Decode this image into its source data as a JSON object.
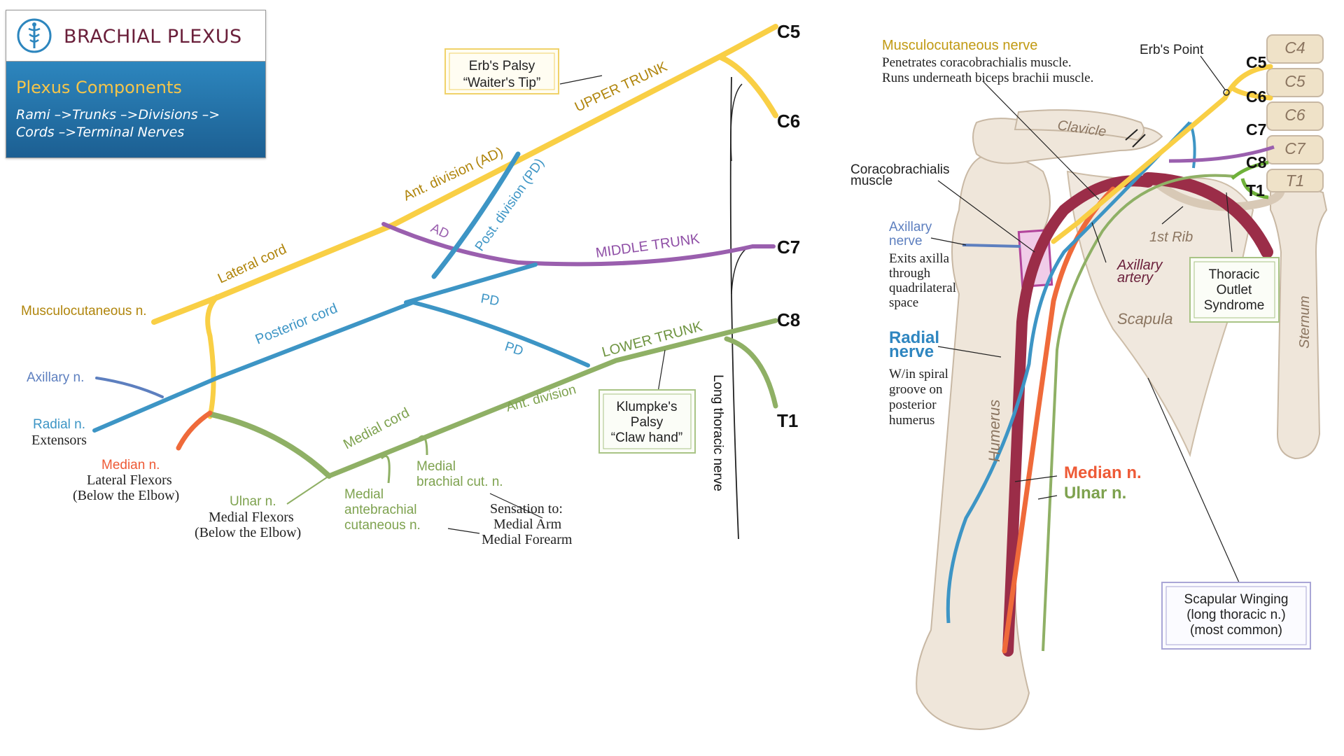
{
  "header": {
    "title": "BRACHIAL PLEXUS",
    "subtitle": "Plexus Components",
    "line1": "Rami –>Trunks –>Divisions –>",
    "line2": "Cords –>Terminal Nerves"
  },
  "colors": {
    "upper": "#f9cf45",
    "upper_text": "#b0850c",
    "posterior": "#3d95c5",
    "middle": "#9a5fae",
    "lower": "#8fb065",
    "median": "#ef6a3a",
    "median_text": "#ee5a36",
    "ulnar_text": "#7ea24f",
    "axillary": "#5d7fbf",
    "artery": "#9b2d48",
    "bone": "#efe6da",
    "bone_stroke": "#c8b8a4"
  },
  "roots": {
    "c5": "C5",
    "c6": "C6",
    "c7": "C7",
    "c8": "C8",
    "t1": "T1"
  },
  "trunks": {
    "upper": "UPPER TRUNK",
    "middle": "MIDDLE TRUNK",
    "lower": "LOWER TRUNK"
  },
  "divisions": {
    "ant_ad": "Ant. division (AD)",
    "post_pd": "Post. division (PD)",
    "ad": "AD",
    "pd1": "PD",
    "pd2": "PD",
    "ant": "Ant. division"
  },
  "cords": {
    "lateral": "Lateral cord",
    "posterior": "Posterior cord",
    "medial": "Medial cord"
  },
  "long_thoracic": "Long thoracic nerve",
  "terminal": {
    "musculocutaneous": "Musculocutaneous n.",
    "axillary": "Axillary n.",
    "radial": "Radial n.",
    "radial_desc": "Extensors",
    "median": "Median n.",
    "median_desc1": "Lateral Flexors",
    "median_desc2": "(Below the Elbow)",
    "ulnar": "Ulnar n.",
    "ulnar_desc1": "Medial Flexors",
    "ulnar_desc2": "(Below the Elbow)",
    "mabc1": "Medial",
    "mabc2": "antebrachial",
    "mabc3": "cutaneous n.",
    "mbc1": "Medial",
    "mbc2": "brachial cut. n.",
    "sens1": "Sensation to:",
    "sens2": "Medial Arm",
    "sens3": "Medial Forearm"
  },
  "boxes": {
    "erb1": "Erb's Palsy",
    "erb2": "“Waiter's Tip”",
    "klump1": "Klumpke's",
    "klump2": "Palsy",
    "klump3": "“Claw hand”",
    "tos1": "Thoracic",
    "tos2": "Outlet",
    "tos3": "Syndrome",
    "wing1": "Scapular Winging",
    "wing2": "(long thoracic n.)",
    "wing3": "(most common)"
  },
  "anatomy": {
    "mc_title": "Musculocutaneous nerve",
    "mc_line1": "Penetrates coracobrachialis muscle.",
    "mc_line2": "Runs underneath biceps brachii muscle.",
    "erbs_point": "Erb's Point",
    "cb1": "Coracobrachialis",
    "cb2": "muscle",
    "ax1": "Axillary",
    "ax2": "nerve",
    "ax_d1": "Exits axilla",
    "ax_d2": "through",
    "ax_d3": "quadrilateral",
    "ax_d4": "space",
    "rad1": "Radial",
    "rad2": "nerve",
    "rad_d1": "W/in spiral",
    "rad_d2": "groove  on",
    "rad_d3": "posterior",
    "rad_d4": "humerus",
    "clavicle": "Clavicle",
    "first_rib": "1st Rib",
    "art1": "Axillary",
    "art2": "artery",
    "scapula": "Scapula",
    "humerus": "Humerus",
    "sternum": "Sternum",
    "median": "Median n.",
    "ulnar": "Ulnar n."
  },
  "vertebrae": {
    "c4": "C4",
    "c5": "C5",
    "c6": "C6",
    "c7": "C7",
    "t1": "T1"
  },
  "right_roots": {
    "c5": "C5",
    "c6": "C6",
    "c7": "C7",
    "c8": "C8",
    "t1": "T1"
  }
}
